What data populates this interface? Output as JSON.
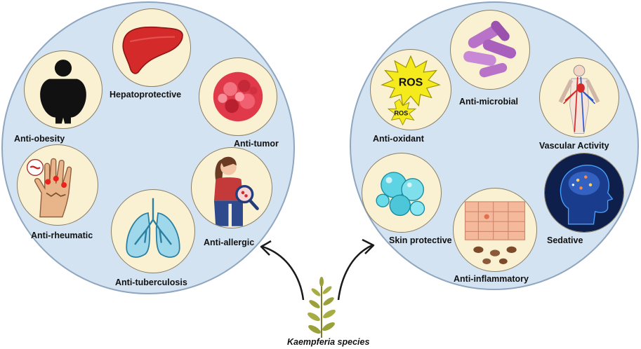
{
  "left_group": {
    "labels": {
      "hepatoprotective": "Hepatoprotective",
      "anti_obesity": "Anti-obesity",
      "anti_tumor": "Anti-tumor",
      "anti_rheumatic": "Anti-rheumatic",
      "anti_allergic": "Anti-allergic",
      "anti_tuberculosis": "Anti-tuberculosis"
    }
  },
  "right_group": {
    "labels": {
      "anti_microbial": "Anti-microbial",
      "anti_oxidant": "Anti-oxidant",
      "vascular_activity": "Vascular Activity",
      "skin_protective": "Skin protective",
      "sedative": "Sedative",
      "anti_inflammatory": "Anti-inflammatory"
    },
    "ros_text": "ROS"
  },
  "caption": "Kaempferia species",
  "colors": {
    "big_circle_fill": "#d4e3f1",
    "small_circle_fill": "#faf0d2",
    "liver": "#d42a2a",
    "tumor": "#e03a4a",
    "lungs": "#8fd1e6",
    "ros_burst": "#f4ea1c",
    "bacteria": "#b872c8",
    "skin_cells": "#5dd3e3",
    "brain_scan": "#1a3c8c",
    "plant": "#9aa13a"
  },
  "icons": [
    "liver-icon",
    "obesity-silhouette-icon",
    "tumor-icon",
    "rheumatic-hand-icon",
    "allergy-woman-icon",
    "lungs-icon",
    "ros-burst-icon",
    "bacteria-icon",
    "vascular-body-icon",
    "skin-cells-icon",
    "brain-scan-icon",
    "inflamed-tissue-icon",
    "plant-icon"
  ]
}
